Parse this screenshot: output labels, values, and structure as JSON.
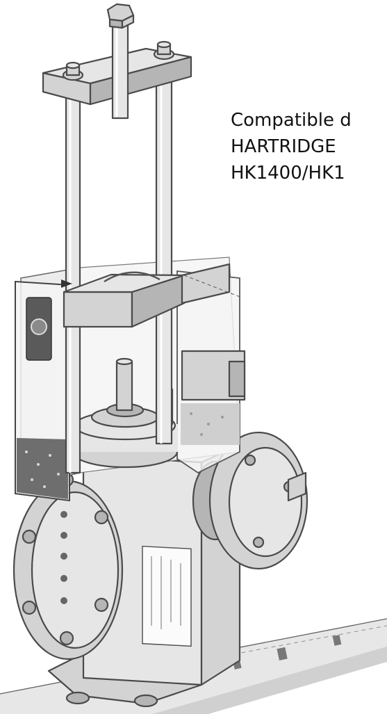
{
  "caption": {
    "line1": "Compatible d",
    "line2": "HARTRIDGE",
    "line3": "HK1400/HK1"
  }
}
